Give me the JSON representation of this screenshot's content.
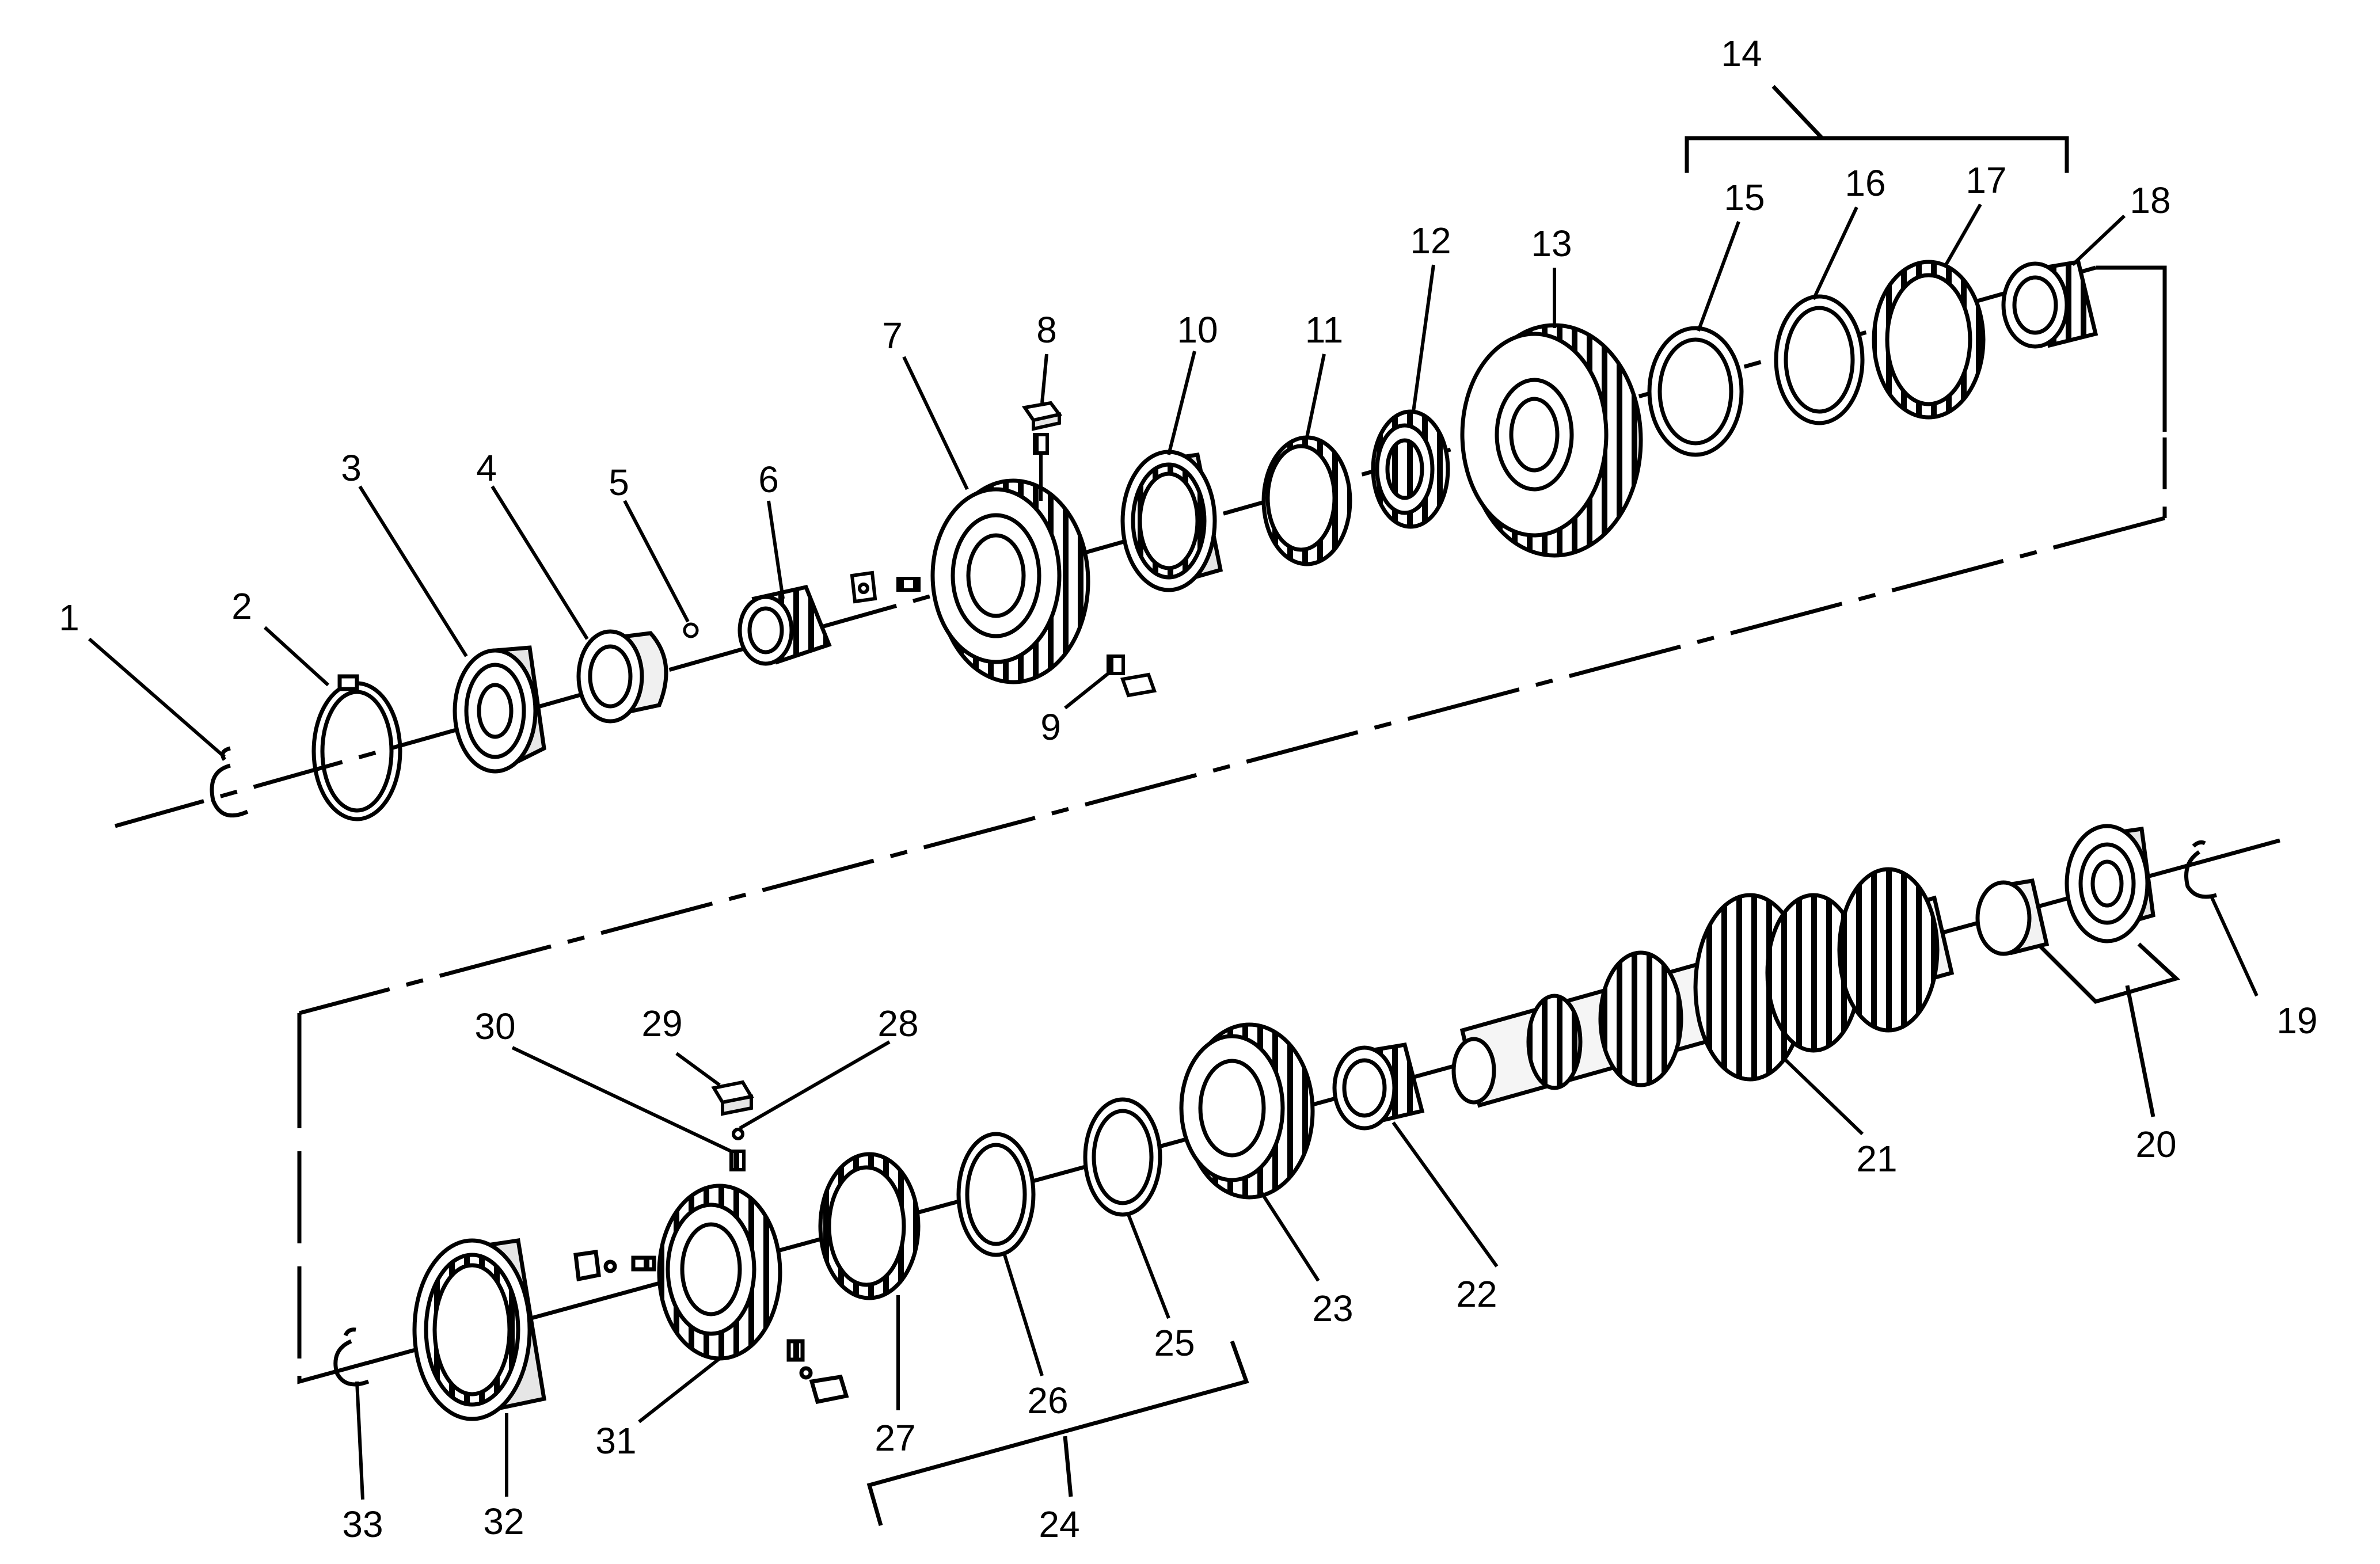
{
  "diagram": {
    "callouts": [
      {
        "id": "1",
        "label": "1"
      },
      {
        "id": "2",
        "label": "2"
      },
      {
        "id": "3",
        "label": "3"
      },
      {
        "id": "4",
        "label": "4"
      },
      {
        "id": "5",
        "label": "5"
      },
      {
        "id": "6",
        "label": "6"
      },
      {
        "id": "7",
        "label": "7"
      },
      {
        "id": "8",
        "label": "8"
      },
      {
        "id": "9",
        "label": "9"
      },
      {
        "id": "10",
        "label": "10"
      },
      {
        "id": "11",
        "label": "11"
      },
      {
        "id": "12",
        "label": "12"
      },
      {
        "id": "13",
        "label": "13"
      },
      {
        "id": "14",
        "label": "14"
      },
      {
        "id": "15",
        "label": "15"
      },
      {
        "id": "16",
        "label": "16"
      },
      {
        "id": "17",
        "label": "17"
      },
      {
        "id": "18",
        "label": "18"
      },
      {
        "id": "19",
        "label": "19"
      },
      {
        "id": "20",
        "label": "20"
      },
      {
        "id": "21",
        "label": "21"
      },
      {
        "id": "22",
        "label": "22"
      },
      {
        "id": "23",
        "label": "23"
      },
      {
        "id": "24",
        "label": "24"
      },
      {
        "id": "25",
        "label": "25"
      },
      {
        "id": "26",
        "label": "26"
      },
      {
        "id": "27",
        "label": "27"
      },
      {
        "id": "28",
        "label": "28"
      },
      {
        "id": "29",
        "label": "29"
      },
      {
        "id": "30",
        "label": "30"
      },
      {
        "id": "31",
        "label": "31"
      },
      {
        "id": "32",
        "label": "32"
      },
      {
        "id": "33",
        "label": "33"
      }
    ],
    "colors": {
      "ink": "#000000",
      "background": "#ffffff",
      "part_fill": "#ffffff",
      "part_shade": "#e6e6e6"
    }
  }
}
